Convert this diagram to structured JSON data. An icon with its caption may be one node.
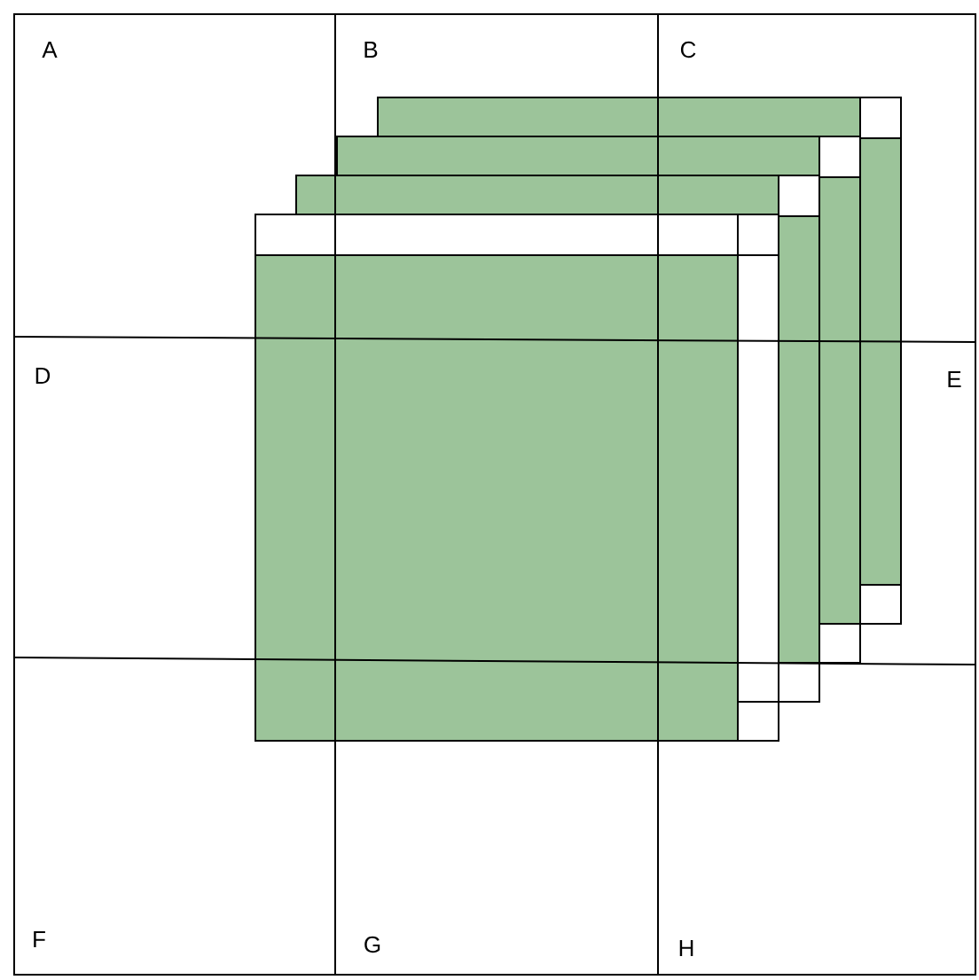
{
  "diagram": {
    "labels": [
      "A",
      "B",
      "C",
      "D",
      "E",
      "F",
      "G",
      "H"
    ]
  }
}
